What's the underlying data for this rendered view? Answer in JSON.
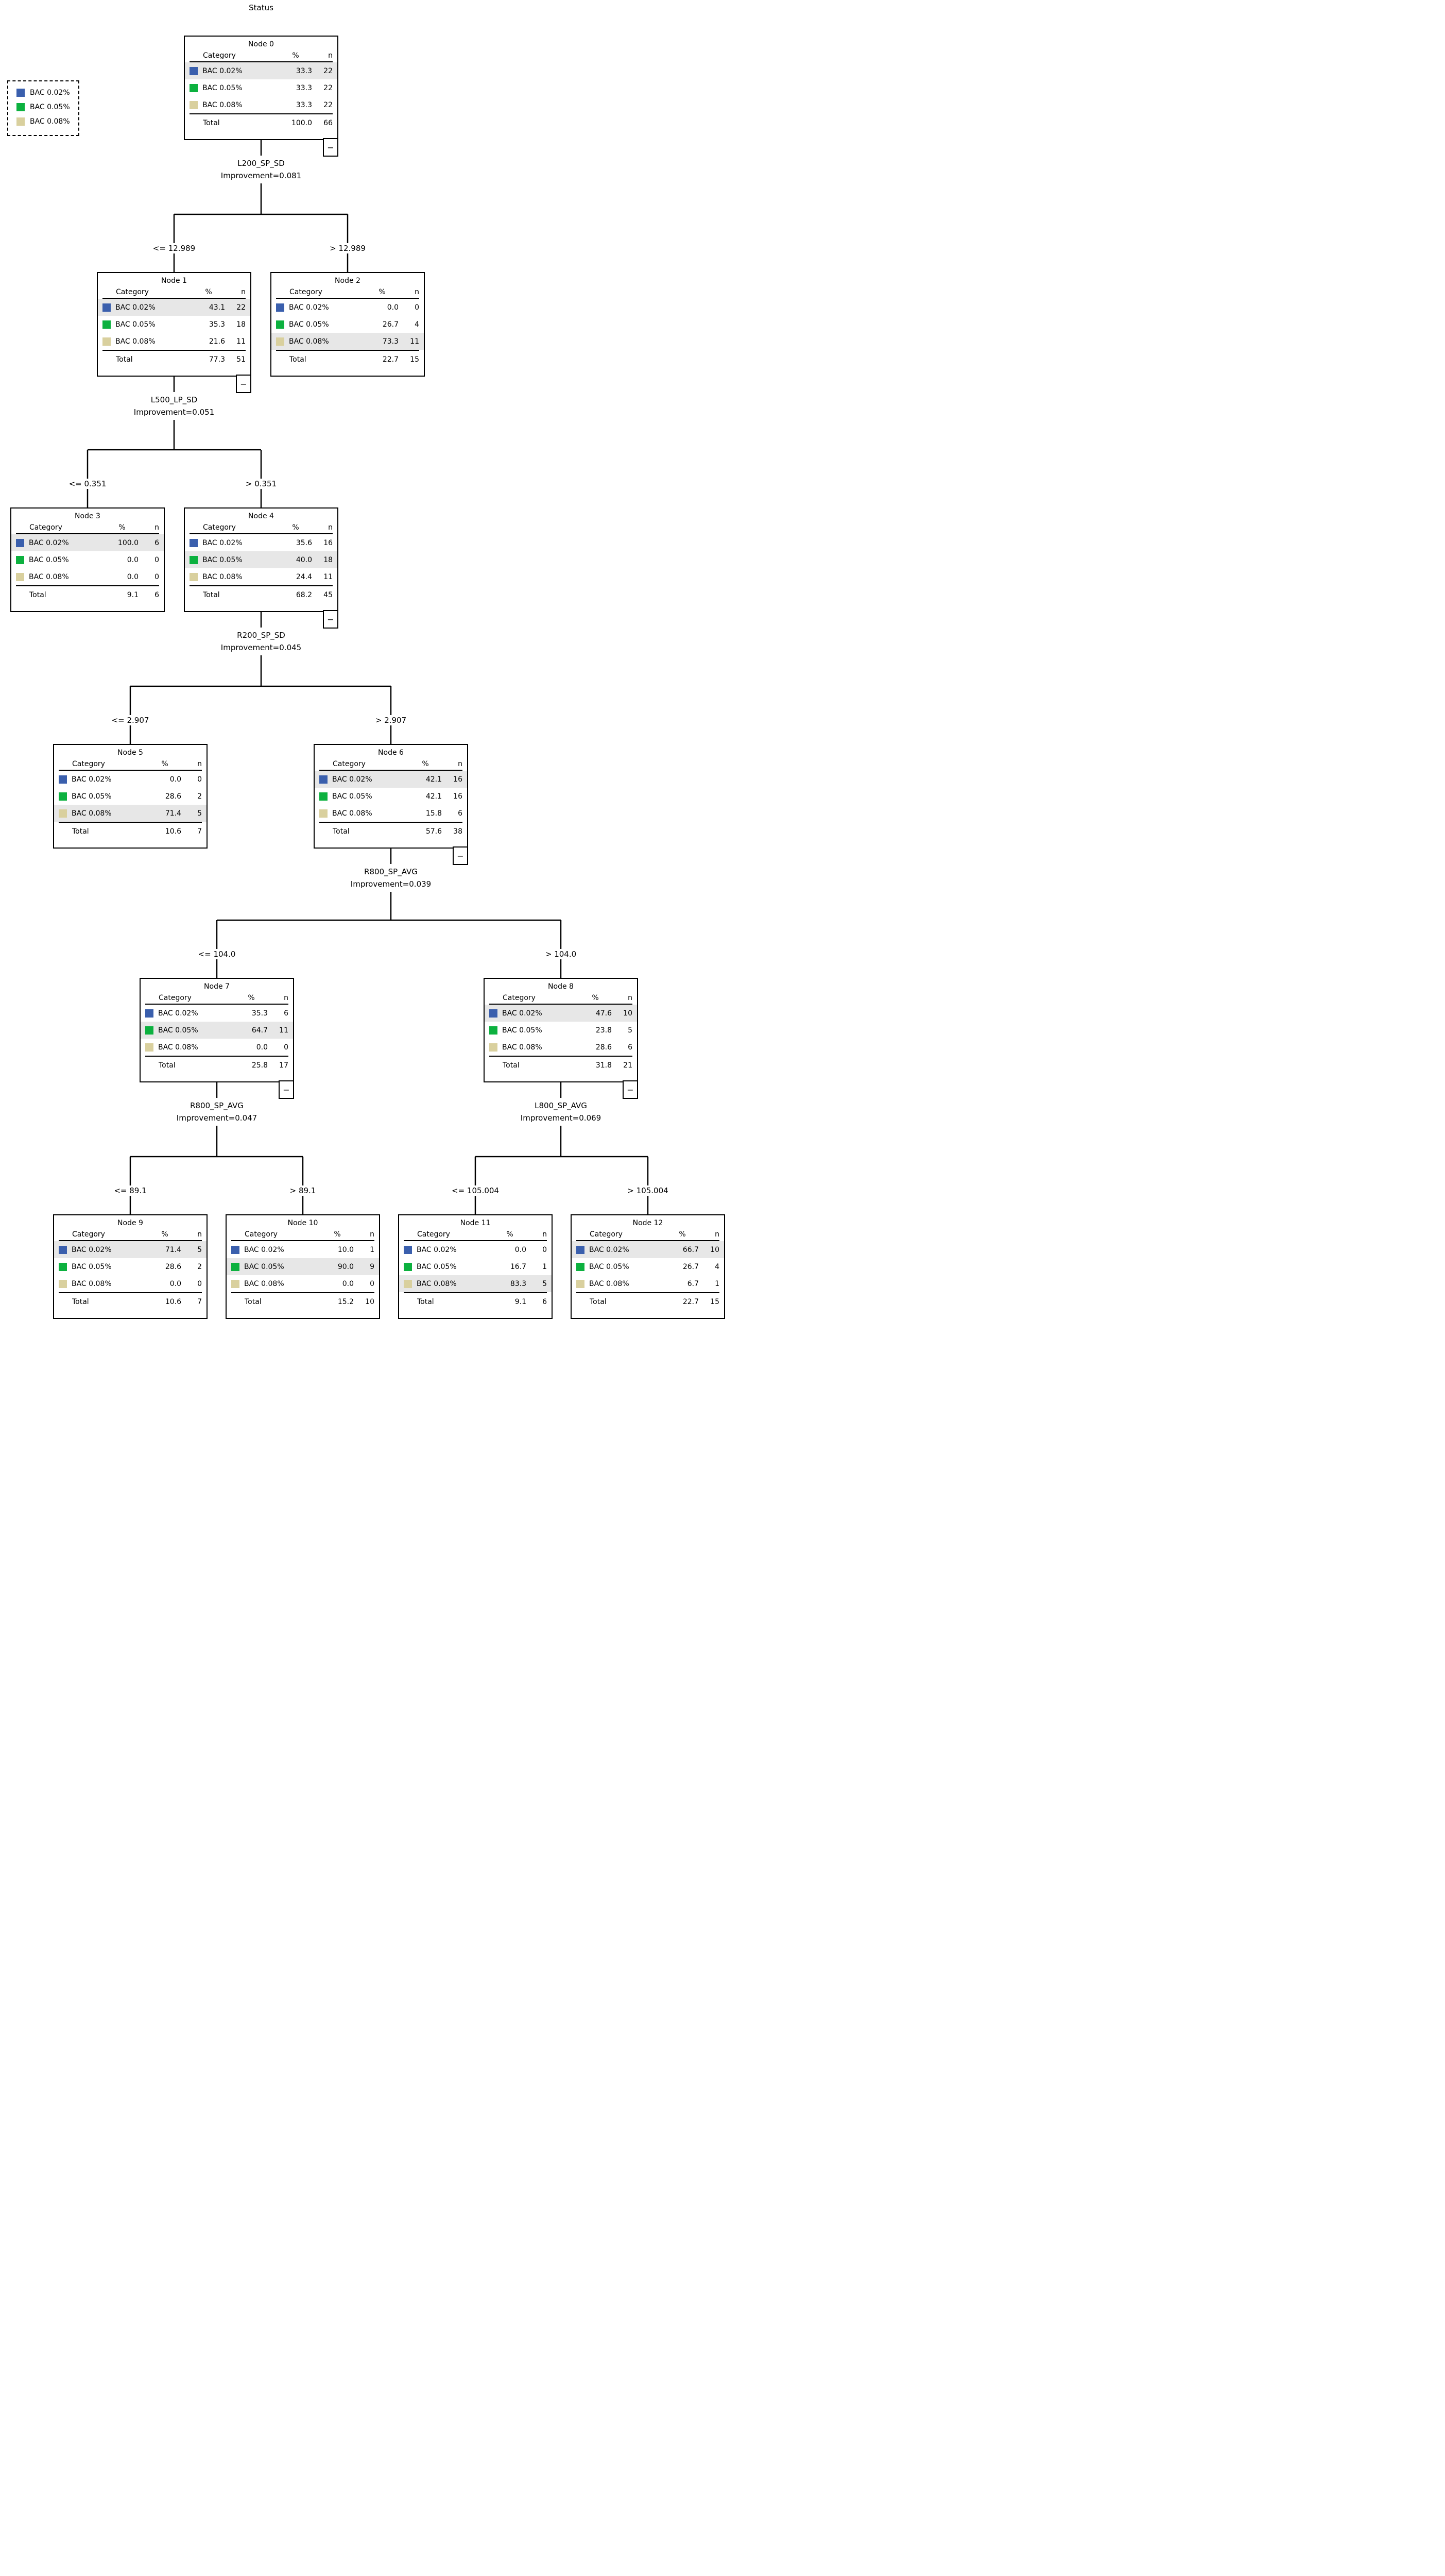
{
  "title": "Status",
  "collapse_glyph": "−",
  "table": {
    "category_header": "Category",
    "percent_header": "%",
    "n_header": "n",
    "total_label": "Total"
  },
  "legend": {
    "items": [
      {
        "label": "BAC 0.02%",
        "color": "#3a5fad"
      },
      {
        "label": "BAC 0.05%",
        "color": "#0cb13f"
      },
      {
        "label": "BAC 0.08%",
        "color": "#d9d09e"
      }
    ]
  },
  "highlight_color": "#e7e7e7",
  "nodes": [
    {
      "title": "Node 0",
      "rows": [
        {
          "category": "BAC 0.02%",
          "pct": "33.3",
          "n": "22"
        },
        {
          "category": "BAC 0.05%",
          "pct": "33.3",
          "n": "22"
        },
        {
          "category": "BAC 0.08%",
          "pct": "33.3",
          "n": "22"
        }
      ],
      "total_pct": "100.0",
      "total_n": "66",
      "highlight": 0,
      "collapsible": true
    },
    {
      "title": "Node 1",
      "rows": [
        {
          "category": "BAC 0.02%",
          "pct": "43.1",
          "n": "22"
        },
        {
          "category": "BAC 0.05%",
          "pct": "35.3",
          "n": "18"
        },
        {
          "category": "BAC 0.08%",
          "pct": "21.6",
          "n": "11"
        }
      ],
      "total_pct": "77.3",
      "total_n": "51",
      "highlight": 0,
      "collapsible": true
    },
    {
      "title": "Node 2",
      "rows": [
        {
          "category": "BAC 0.02%",
          "pct": "0.0",
          "n": "0"
        },
        {
          "category": "BAC 0.05%",
          "pct": "26.7",
          "n": "4"
        },
        {
          "category": "BAC 0.08%",
          "pct": "73.3",
          "n": "11"
        }
      ],
      "total_pct": "22.7",
      "total_n": "15",
      "highlight": 2,
      "collapsible": false
    },
    {
      "title": "Node 3",
      "rows": [
        {
          "category": "BAC 0.02%",
          "pct": "100.0",
          "n": "6"
        },
        {
          "category": "BAC 0.05%",
          "pct": "0.0",
          "n": "0"
        },
        {
          "category": "BAC 0.08%",
          "pct": "0.0",
          "n": "0"
        }
      ],
      "total_pct": "9.1",
      "total_n": "6",
      "highlight": 0,
      "collapsible": false
    },
    {
      "title": "Node 4",
      "rows": [
        {
          "category": "BAC 0.02%",
          "pct": "35.6",
          "n": "16"
        },
        {
          "category": "BAC 0.05%",
          "pct": "40.0",
          "n": "18"
        },
        {
          "category": "BAC 0.08%",
          "pct": "24.4",
          "n": "11"
        }
      ],
      "total_pct": "68.2",
      "total_n": "45",
      "highlight": 1,
      "collapsible": true
    },
    {
      "title": "Node 5",
      "rows": [
        {
          "category": "BAC 0.02%",
          "pct": "0.0",
          "n": "0"
        },
        {
          "category": "BAC 0.05%",
          "pct": "28.6",
          "n": "2"
        },
        {
          "category": "BAC 0.08%",
          "pct": "71.4",
          "n": "5"
        }
      ],
      "total_pct": "10.6",
      "total_n": "7",
      "highlight": 2,
      "collapsible": false
    },
    {
      "title": "Node 6",
      "rows": [
        {
          "category": "BAC 0.02%",
          "pct": "42.1",
          "n": "16"
        },
        {
          "category": "BAC 0.05%",
          "pct": "42.1",
          "n": "16"
        },
        {
          "category": "BAC 0.08%",
          "pct": "15.8",
          "n": "6"
        }
      ],
      "total_pct": "57.6",
      "total_n": "38",
      "highlight": 0,
      "collapsible": true
    },
    {
      "title": "Node 7",
      "rows": [
        {
          "category": "BAC 0.02%",
          "pct": "35.3",
          "n": "6"
        },
        {
          "category": "BAC 0.05%",
          "pct": "64.7",
          "n": "11"
        },
        {
          "category": "BAC 0.08%",
          "pct": "0.0",
          "n": "0"
        }
      ],
      "total_pct": "25.8",
      "total_n": "17",
      "highlight": 1,
      "collapsible": true
    },
    {
      "title": "Node 8",
      "rows": [
        {
          "category": "BAC 0.02%",
          "pct": "47.6",
          "n": "10"
        },
        {
          "category": "BAC 0.05%",
          "pct": "23.8",
          "n": "5"
        },
        {
          "category": "BAC 0.08%",
          "pct": "28.6",
          "n": "6"
        }
      ],
      "total_pct": "31.8",
      "total_n": "21",
      "highlight": 0,
      "collapsible": true
    },
    {
      "title": "Node 9",
      "rows": [
        {
          "category": "BAC 0.02%",
          "pct": "71.4",
          "n": "5"
        },
        {
          "category": "BAC 0.05%",
          "pct": "28.6",
          "n": "2"
        },
        {
          "category": "BAC 0.08%",
          "pct": "0.0",
          "n": "0"
        }
      ],
      "total_pct": "10.6",
      "total_n": "7",
      "highlight": 0,
      "collapsible": false
    },
    {
      "title": "Node 10",
      "rows": [
        {
          "category": "BAC 0.02%",
          "pct": "10.0",
          "n": "1"
        },
        {
          "category": "BAC 0.05%",
          "pct": "90.0",
          "n": "9"
        },
        {
          "category": "BAC 0.08%",
          "pct": "0.0",
          "n": "0"
        }
      ],
      "total_pct": "15.2",
      "total_n": "10",
      "highlight": 1,
      "collapsible": false
    },
    {
      "title": "Node 11",
      "rows": [
        {
          "category": "BAC 0.02%",
          "pct": "0.0",
          "n": "0"
        },
        {
          "category": "BAC 0.05%",
          "pct": "16.7",
          "n": "1"
        },
        {
          "category": "BAC 0.08%",
          "pct": "83.3",
          "n": "5"
        }
      ],
      "total_pct": "9.1",
      "total_n": "6",
      "highlight": 2,
      "collapsible": false
    },
    {
      "title": "Node 12",
      "rows": [
        {
          "category": "BAC 0.02%",
          "pct": "66.7",
          "n": "10"
        },
        {
          "category": "BAC 0.05%",
          "pct": "26.7",
          "n": "4"
        },
        {
          "category": "BAC 0.08%",
          "pct": "6.7",
          "n": "1"
        }
      ],
      "total_pct": "22.7",
      "total_n": "15",
      "highlight": 0,
      "collapsible": false
    }
  ],
  "splits": [
    {
      "variable": "L200_SP_SD",
      "improvement": "Improvement=0.081",
      "left_condition": "<= 12.989",
      "right_condition": "> 12.989"
    },
    {
      "variable": "L500_LP_SD",
      "improvement": "Improvement=0.051",
      "left_condition": "<= 0.351",
      "right_condition": "> 0.351"
    },
    {
      "variable": "R200_SP_SD",
      "improvement": "Improvement=0.045",
      "left_condition": "<= 2.907",
      "right_condition": "> 2.907"
    },
    {
      "variable": "R800_SP_AVG",
      "improvement": "Improvement=0.039",
      "left_condition": "<= 104.0",
      "right_condition": "> 104.0"
    },
    {
      "variable": "R800_SP_AVG",
      "improvement": "Improvement=0.047",
      "left_condition": "<= 89.1",
      "right_condition": "> 89.1"
    },
    {
      "variable": "L800_SP_AVG",
      "improvement": "Improvement=0.069",
      "left_condition": "<= 105.004",
      "right_condition": "> 105.004"
    }
  ]
}
